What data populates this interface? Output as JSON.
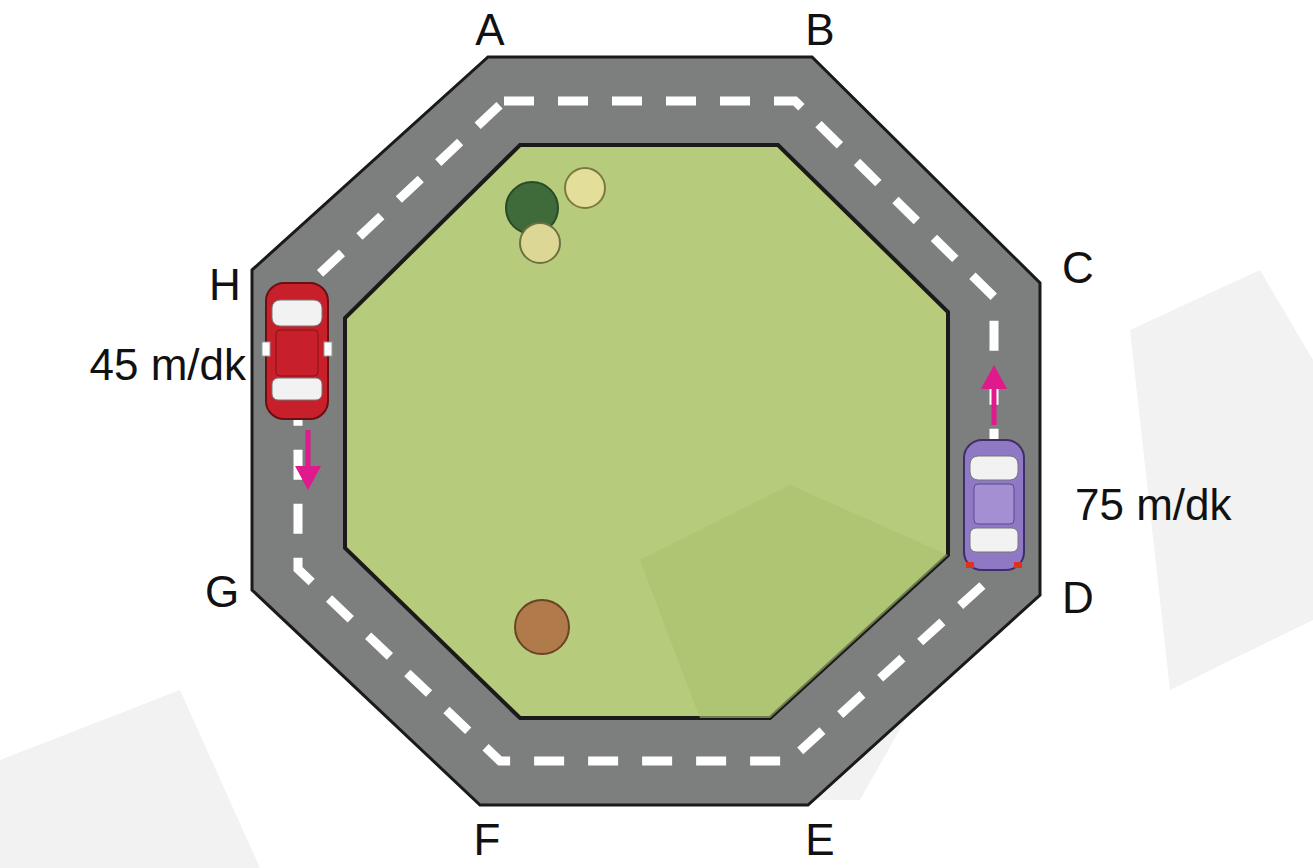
{
  "diagram": {
    "labels": [
      "A",
      "B",
      "C",
      "D",
      "E",
      "F",
      "G",
      "H",
      "45 m/dk",
      "75 m/dk"
    ]
  }
}
